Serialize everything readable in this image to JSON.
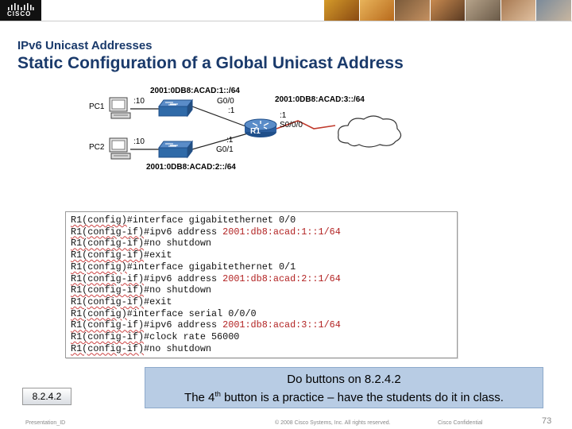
{
  "header": {
    "logo_text": "CISCO",
    "subtitle": "IPv6 Unicast Addresses",
    "title": "Static Configuration of a Global Unicast Address"
  },
  "topology": {
    "net1": "2001:0DB8:ACAD:1::/64",
    "net2": "2001:0DB8:ACAD:2::/64",
    "net3": "2001:0DB8:ACAD:3::/64",
    "pc1_label": "PC1",
    "pc2_label": "PC2",
    "pc1_host": ":10",
    "pc2_host": ":10",
    "g00_label": "G0/0",
    "g00_host": ":1",
    "g01_label": "G0/1",
    "g01_host": ":1",
    "s000_label": "S0/0/0",
    "s000_host": ":1",
    "router_label": "R1"
  },
  "cli": [
    {
      "prompt": "R1(config)",
      "cmd": "#interface gigabitethernet 0/0",
      "addr": ""
    },
    {
      "prompt": "R1(config-if)",
      "cmd": "#ipv6 address ",
      "addr": "2001:db8:acad:1::1/64"
    },
    {
      "prompt": "R1(config-if)",
      "cmd": "#no shutdown",
      "addr": ""
    },
    {
      "prompt": "R1(config-if)",
      "cmd": "#exit",
      "addr": ""
    },
    {
      "prompt": "R1(config)",
      "cmd": "#interface gigabitethernet 0/1",
      "addr": ""
    },
    {
      "prompt": "R1(config-if)",
      "cmd": "#ipv6 address ",
      "addr": "2001:db8:acad:2::1/64"
    },
    {
      "prompt": "R1(config-if)",
      "cmd": "#no shutdown",
      "addr": ""
    },
    {
      "prompt": "R1(config-if)",
      "cmd": "#exit",
      "addr": ""
    },
    {
      "prompt": "R1(config)",
      "cmd": "#interface serial 0/0/0",
      "addr": ""
    },
    {
      "prompt": "R1(config-if)",
      "cmd": "#ipv6 address ",
      "addr": "2001:db8:acad:3::1/64"
    },
    {
      "prompt": "R1(config-if)",
      "cmd": "#clock rate 56000",
      "addr": ""
    },
    {
      "prompt": "R1(config-if)",
      "cmd": "#no shutdown",
      "addr": ""
    }
  ],
  "footer": {
    "section": "8.2.4.2",
    "note_line1": "Do buttons on 8.2.4.2",
    "note_line2_pre": "The 4",
    "note_line2_sup": "th",
    "note_line2_post": " button is a practice – have the students do it in class.",
    "presentation_id": "Presentation_ID",
    "copyright": "© 2008 Cisco Systems, Inc. All rights reserved.",
    "confidential": "Cisco Confidential",
    "page": "73"
  },
  "colors": {
    "title": "#1a3a6b",
    "note_bg": "#b8cce4",
    "serial_link": "#c0392b",
    "router": "#2c5fa0"
  }
}
